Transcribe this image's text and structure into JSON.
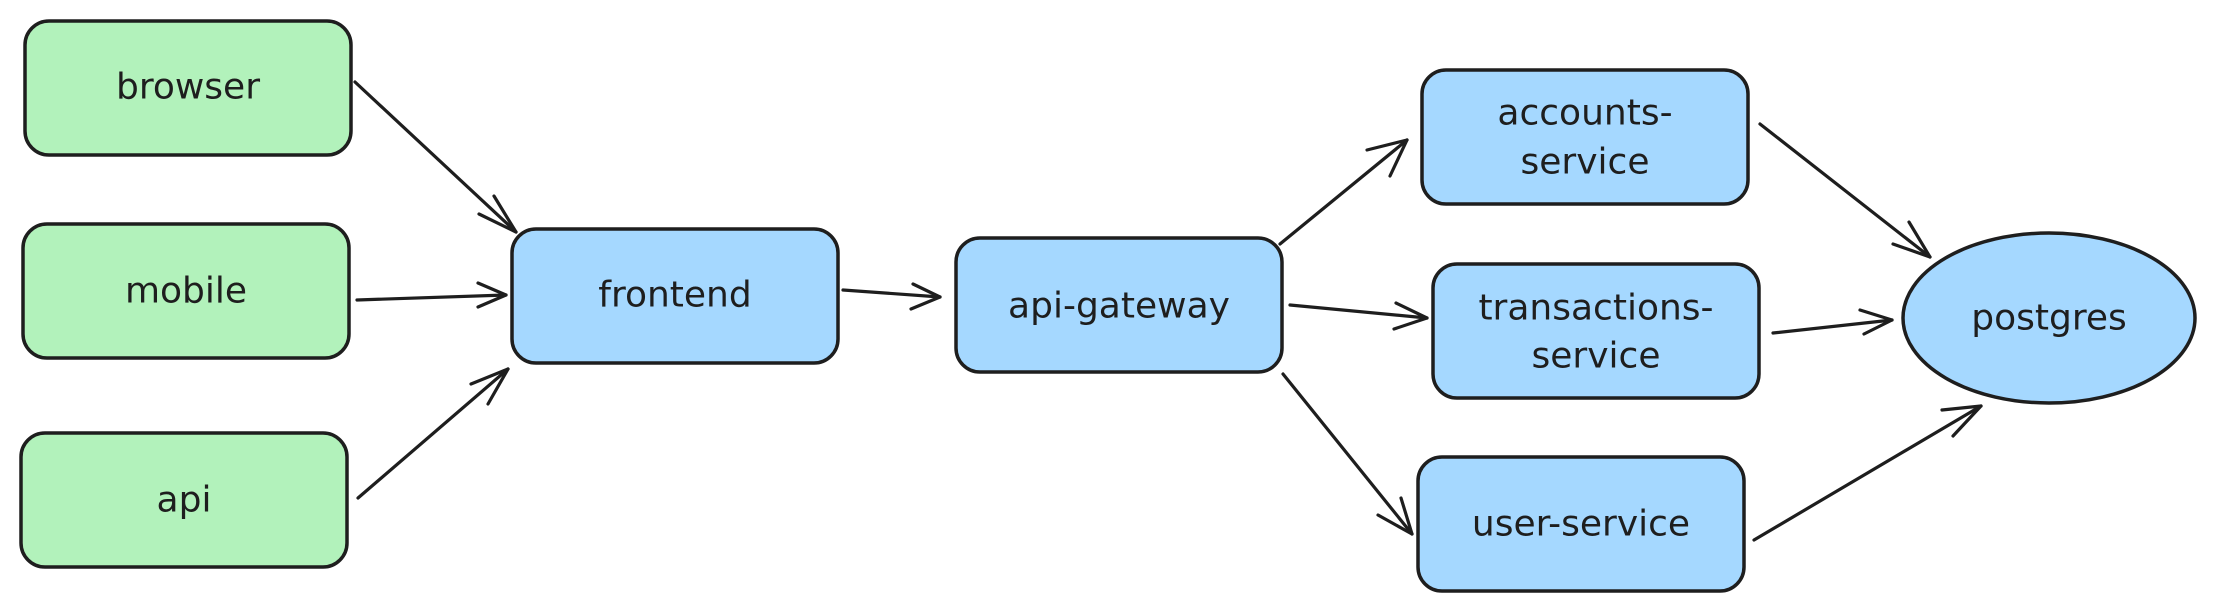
{
  "colors": {
    "client_fill": "#b2f2bb",
    "service_fill": "#a5d8ff",
    "stroke": "#1e1e1e",
    "background": "#ffffff"
  },
  "nodes": {
    "browser": {
      "label": "browser",
      "kind": "client"
    },
    "mobile": {
      "label": "mobile",
      "kind": "client"
    },
    "api": {
      "label": "api",
      "kind": "client"
    },
    "frontend": {
      "label": "frontend",
      "kind": "service"
    },
    "api_gateway": {
      "label": "api-gateway",
      "kind": "service"
    },
    "accounts_service": {
      "label_line1": "accounts-",
      "label_line2": "service",
      "kind": "service"
    },
    "transactions_service": {
      "label_line1": "transactions-",
      "label_line2": "service",
      "kind": "service"
    },
    "user_service": {
      "label": "user-service",
      "kind": "service"
    },
    "postgres": {
      "label": "postgres",
      "kind": "database"
    }
  },
  "edges": [
    {
      "from": "browser",
      "to": "frontend"
    },
    {
      "from": "mobile",
      "to": "frontend"
    },
    {
      "from": "api",
      "to": "frontend"
    },
    {
      "from": "frontend",
      "to": "api-gateway"
    },
    {
      "from": "api-gateway",
      "to": "accounts-service"
    },
    {
      "from": "api-gateway",
      "to": "transactions-service"
    },
    {
      "from": "api-gateway",
      "to": "user-service"
    },
    {
      "from": "accounts-service",
      "to": "postgres"
    },
    {
      "from": "transactions-service",
      "to": "postgres"
    },
    {
      "from": "user-service",
      "to": "postgres"
    }
  ]
}
